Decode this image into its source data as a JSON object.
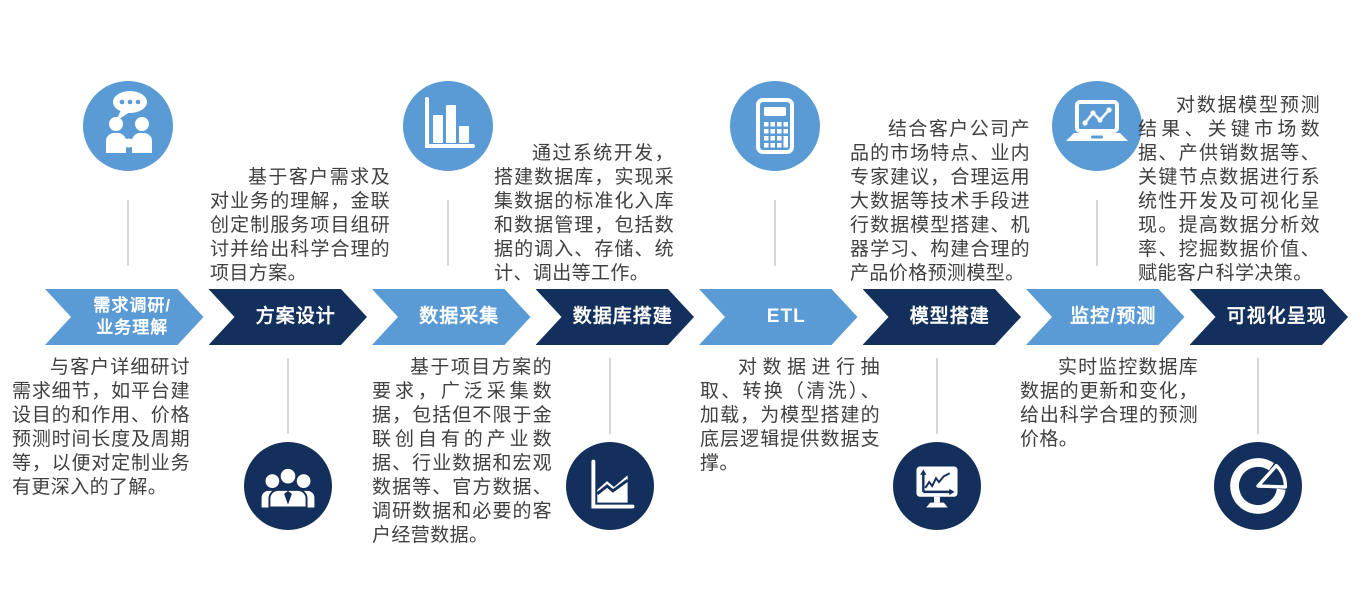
{
  "diagram": {
    "colors": {
      "light_blue": "#5B9BD5",
      "navy": "#132F5C",
      "text": "#404040",
      "connector": "#D6D6D6"
    },
    "steps": [
      {
        "label": "需求调研/\n业务理解",
        "tone": "light",
        "icon": "people-consult-icon",
        "icon_position": "top",
        "description": "与客户详细研讨需求细节，如平台建设目的和作用、价格预测时间长度及周期等，以便对定制业务有更深入的了解。",
        "description_position": "bottom"
      },
      {
        "label": "方案设计",
        "tone": "dark",
        "icon": "team-icon",
        "icon_position": "bottom",
        "description": "基于客户需求及对业务的理解，金联创定制服务项目组研讨并给出科学合理的项目方案。",
        "description_position": "top"
      },
      {
        "label": "数据采集",
        "tone": "light",
        "icon": "bar-chart-icon",
        "icon_position": "top",
        "description": "基于项目方案的要求，广泛采集数据，包括但不限于金联创自有的产业数据、行业数据和宏观数据等、官方数据、调研数据和必要的客户经营数据。",
        "description_position": "bottom"
      },
      {
        "label": "数据库搭建",
        "tone": "dark",
        "icon": "area-chart-icon",
        "icon_position": "bottom",
        "description": "通过系统开发，搭建数据库，实现采集数据的标准化入库和数据管理，包括数据的调入、存储、统计、调出等工作。",
        "description_position": "top"
      },
      {
        "label": "ETL",
        "tone": "light",
        "icon": "calculator-icon",
        "icon_position": "top",
        "description": "对数据进行抽取、转换（清洗）、加载，为模型搭建的底层逻辑提供数据支撑。",
        "description_position": "bottom"
      },
      {
        "label": "模型搭建",
        "tone": "dark",
        "icon": "monitor-chart-icon",
        "icon_position": "bottom",
        "description": "结合客户公司产品的市场特点、业内专家建议，合理运用大数据等技术手段进行数据模型搭建、机器学习、构建合理的产品价格预测模型。",
        "description_position": "top"
      },
      {
        "label": "监控/预测",
        "tone": "light",
        "icon": "laptop-chart-icon",
        "icon_position": "top",
        "description": "实时监控数据库数据的更新和变化，给出科学合理的预测价格。",
        "description_position": "bottom"
      },
      {
        "label": "可视化呈现",
        "tone": "dark",
        "icon": "pie-chart-icon",
        "icon_position": "bottom",
        "description": "对数据模型预测结果、关键市场数据、产供销数据等、关键节点数据进行系统性开发及可视化呈现。提高数据分析效率、挖掘数据价值、赋能客户科学决策。",
        "description_position": "top"
      }
    ]
  }
}
